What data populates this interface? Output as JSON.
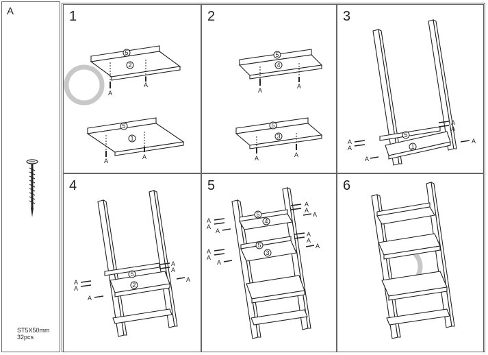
{
  "hardware": {
    "label": "A",
    "spec_line1": "ST5X50mm",
    "spec_line2": "32pcs",
    "icon": "screw-icon"
  },
  "steps": [
    {
      "number": "1"
    },
    {
      "number": "2"
    },
    {
      "number": "3"
    },
    {
      "number": "4"
    },
    {
      "number": "5"
    },
    {
      "number": "6"
    }
  ],
  "parts": {
    "one": "1",
    "two": "2",
    "three": "3",
    "four": "4",
    "five": "5"
  },
  "screw_label": "A",
  "colors": {
    "line": "#222222",
    "border": "#666666",
    "watermark": "#c8c8c8"
  }
}
